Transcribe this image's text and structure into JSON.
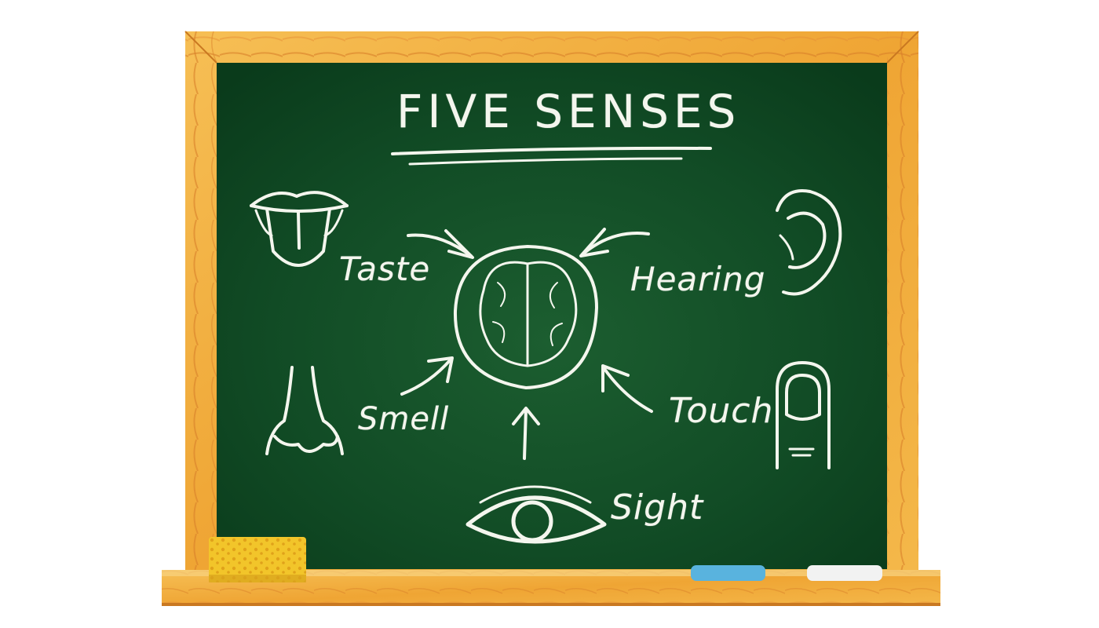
{
  "board": {
    "title": "FIVE SENSES",
    "frame_color": "#f0a93b",
    "board_color": "#0f4a24",
    "chalk_color": "#f4f6ee"
  },
  "senses": [
    {
      "label": "Taste",
      "icon": "tongue-icon"
    },
    {
      "label": "Hearing",
      "icon": "ear-icon"
    },
    {
      "label": "Smell",
      "icon": "nose-icon"
    },
    {
      "label": "Touch",
      "icon": "finger-icon"
    },
    {
      "label": "Sight",
      "icon": "eye-icon"
    }
  ],
  "center": {
    "icon": "brain-icon"
  },
  "tray": {
    "sponge_color": "#f2c52a",
    "chalk_blue": "#59b3de",
    "chalk_white": "#f2f2f2"
  }
}
